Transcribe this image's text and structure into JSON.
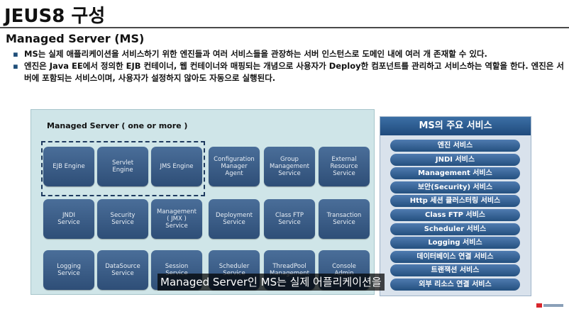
{
  "slide": {
    "title": "JEUS8 구성",
    "subtitle": "Managed Server (MS)",
    "bullets": [
      "MS는 실제 애플리케이션을 서비스하기 위한 엔진들과 여러 서비스들을 관장하는 서버 인스턴스로 도메인 내에 여러 개 존재할 수 있다.",
      "엔진은 Java EE에서 정의한 EJB 컨테이너, 웹 컨테이너와 매핑되는 개념으로 사용자가 Deploy한 컴포넌트를 관리하고 서비스하는 역할을 한다. 엔진은 서버에 포함되는 서비스이며, 사용자가 설정하지 않아도 자동으로 실행된다."
    ]
  },
  "diagram": {
    "label": "Managed Server ( one or more )",
    "boxes": [
      "EJB Engine",
      "Servlet\nEngine",
      "JMS Engine",
      "Configuration\nManager\nAgent",
      "Group\nManagement\nService",
      "External\nResource\nService",
      "JNDI\nService",
      "Security\nService",
      "Management\n( JMX )\nService",
      "Deployment\nService",
      "Class FTP\nService",
      "Transaction\nService",
      "Logging\nService",
      "DataSource\nService",
      "Session\nService",
      "Scheduler\nService",
      "ThreadPool\nManagement",
      "Console\nAdmin"
    ]
  },
  "services": {
    "title": "MS의 주요 서비스",
    "items": [
      "엔진 서비스",
      "JNDI 서비스",
      "Management 서비스",
      "보안(Security) 서비스",
      "Http 세션 클러스터링 서비스",
      "Class FTP 서비스",
      "Scheduler 서비스",
      "Logging 서비스",
      "데이터베이스 연결 서비스",
      "트랜잭션 서비스",
      "외부 리소스 연결 서비스"
    ]
  },
  "caption": "Managed Server인 MS는 실제 어플리케이션을"
}
